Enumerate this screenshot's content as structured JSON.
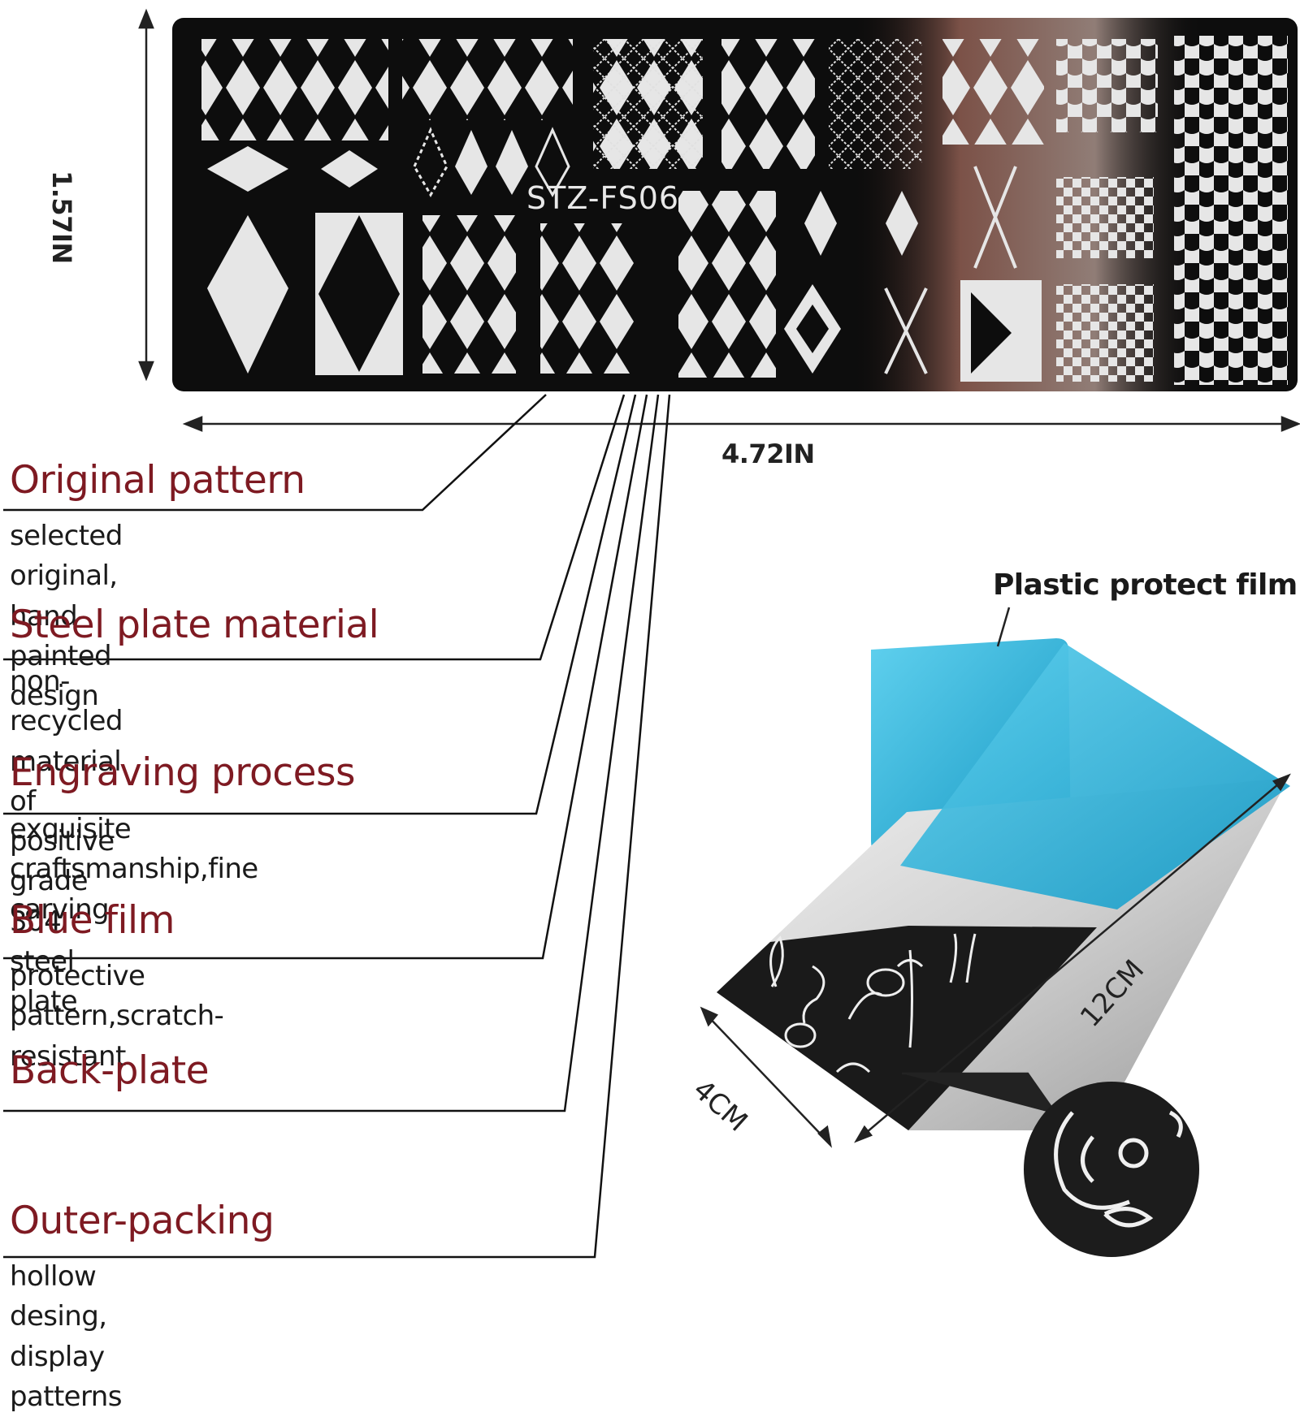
{
  "plate": {
    "code": "STZ-FS06",
    "height_label": "1.57IN",
    "width_label": "4.72IN"
  },
  "features": [
    {
      "title": "Original pattern",
      "desc": "selected original, hand-painted design"
    },
    {
      "title": "Steel plate material",
      "desc": "non-recycled material of positive\ngrade 304 steel plate"
    },
    {
      "title": "Engraving process",
      "desc": "exquisite craftsmanship,fine carving"
    },
    {
      "title": "Blue film",
      "desc": "protective pattern,scratch-resistant"
    },
    {
      "title": "Back-plate",
      "desc": ""
    },
    {
      "title": "Outer-packing",
      "desc": "hollow desing, display patterns"
    }
  ],
  "photo": {
    "film_label": "Plastic protect film",
    "width_label": "4CM",
    "length_label": "12CM"
  },
  "colors": {
    "title_red": "#7e1a22",
    "plate_black": "#0d0d0d",
    "film_blue": "#2db5d8"
  }
}
